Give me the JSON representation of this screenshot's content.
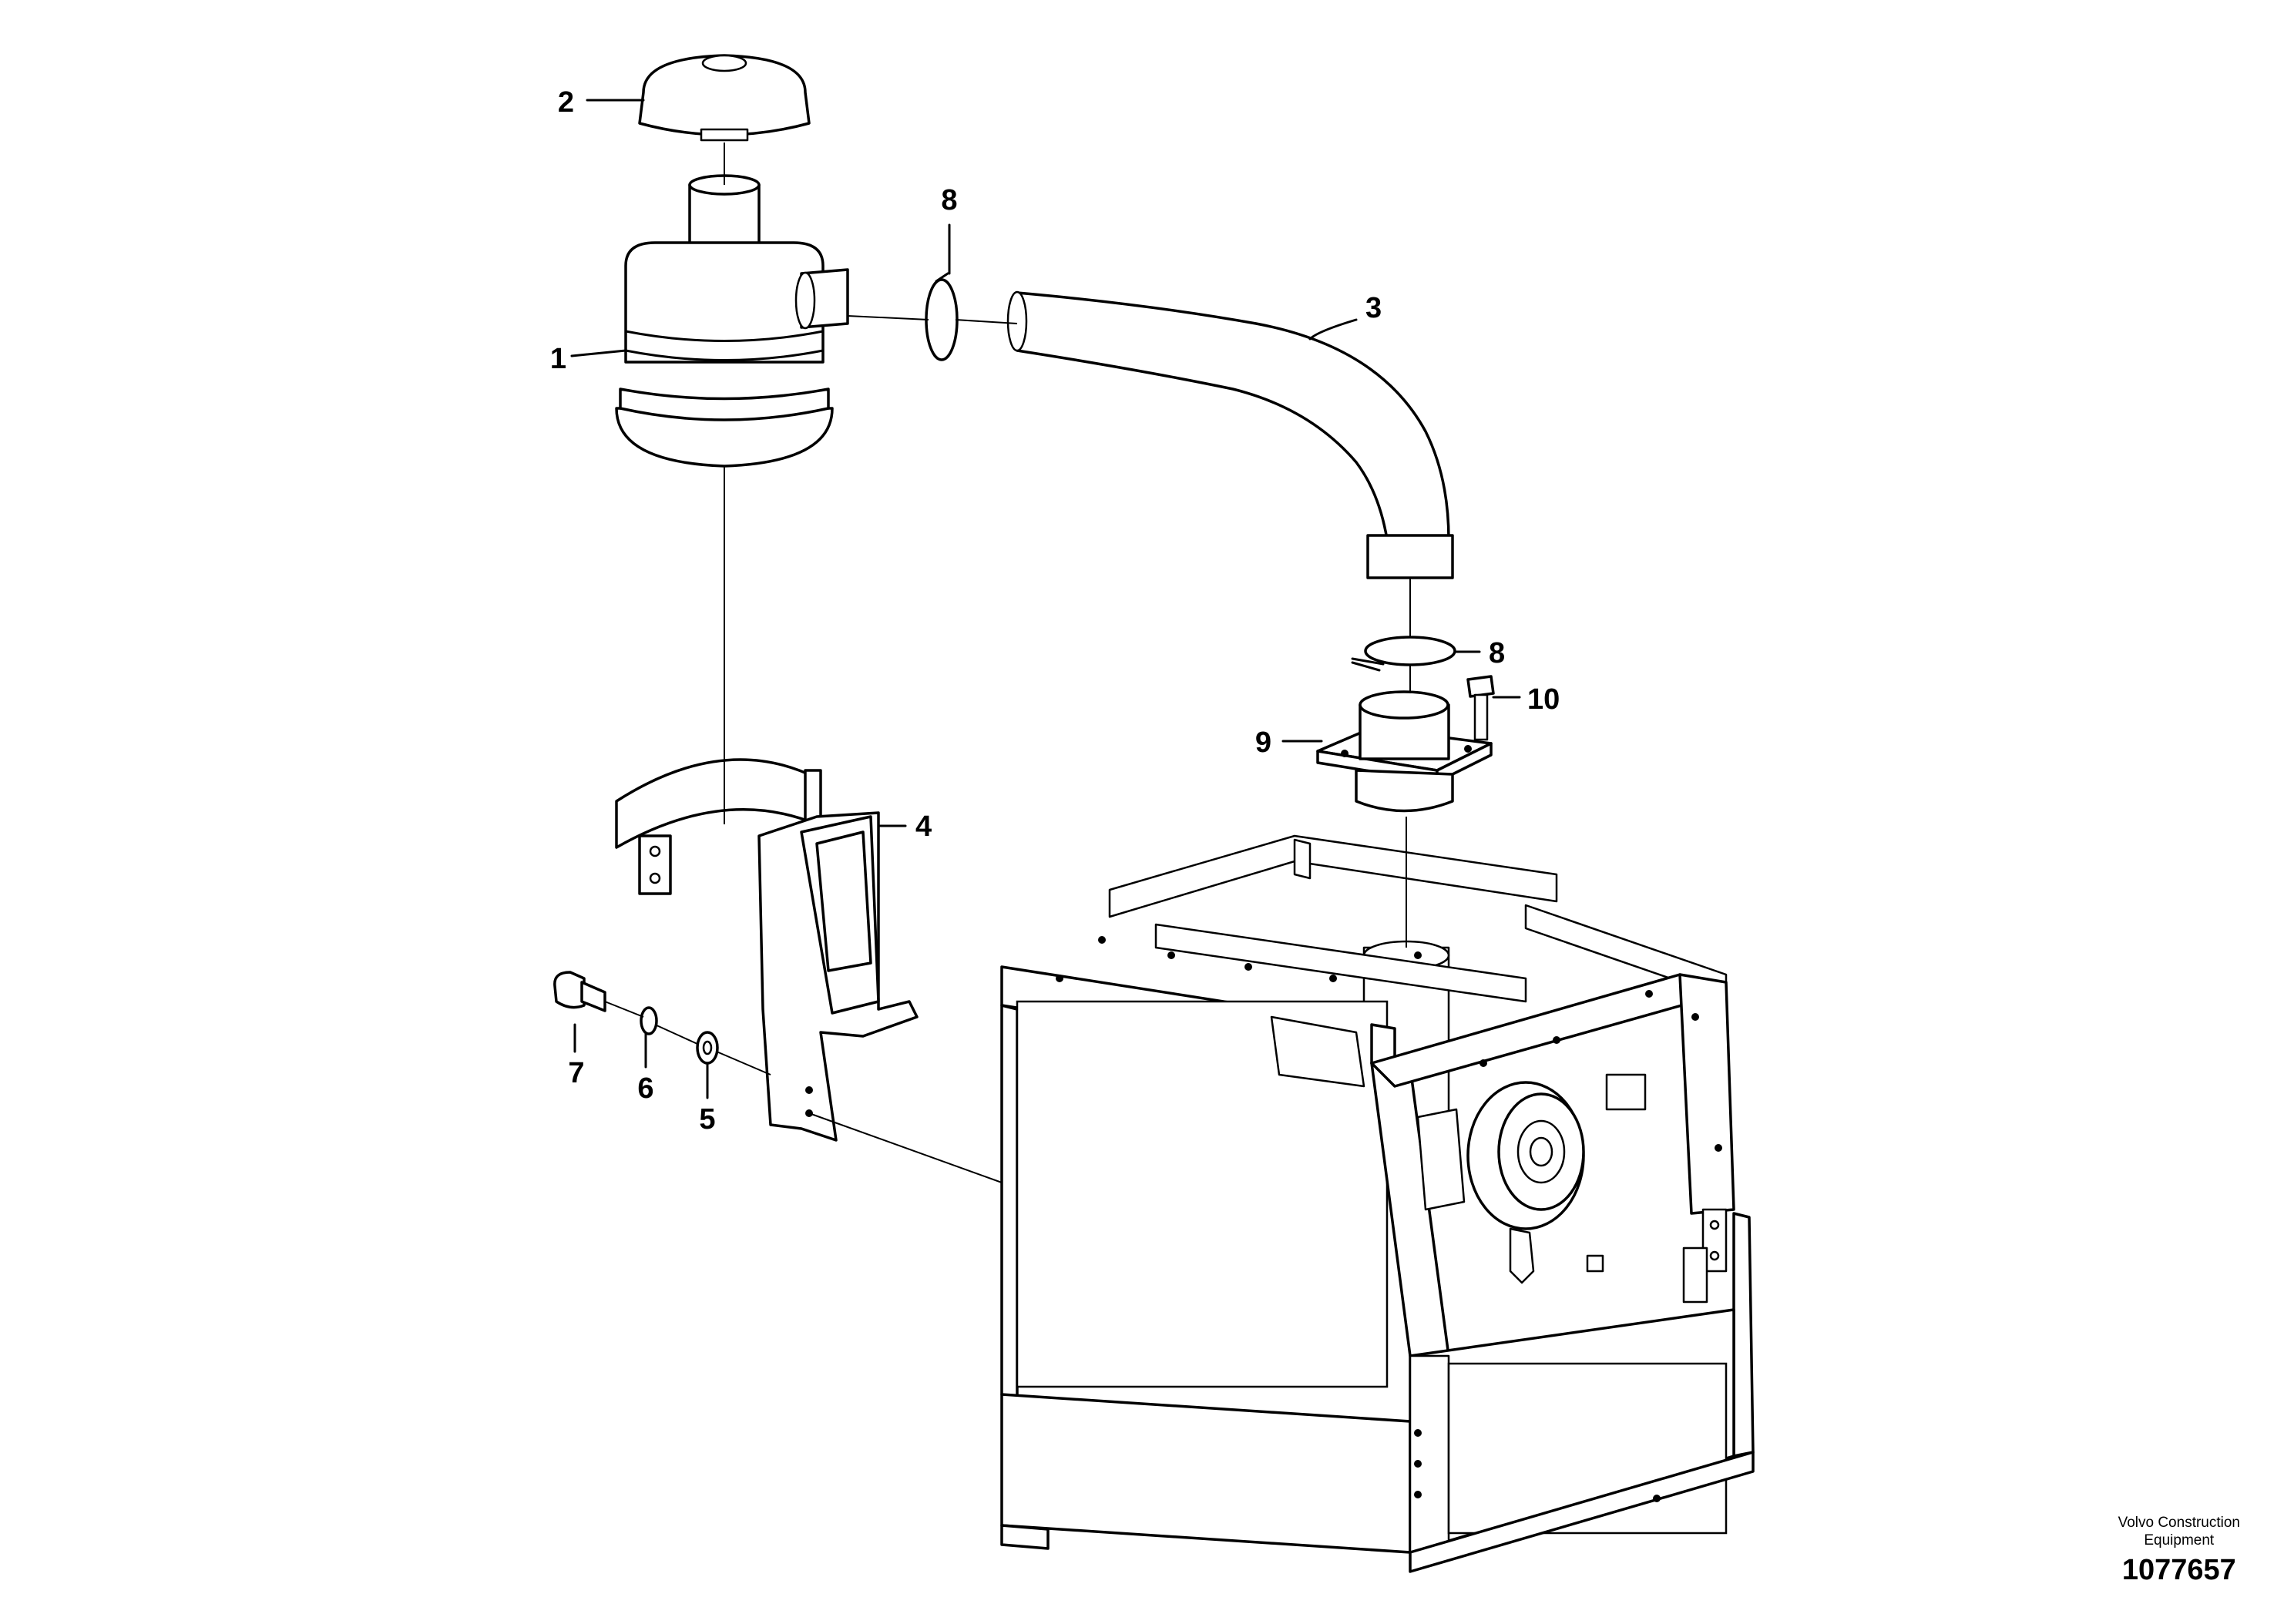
{
  "callouts": [
    {
      "id": "1",
      "label": "1"
    },
    {
      "id": "2",
      "label": "2"
    },
    {
      "id": "3",
      "label": "3"
    },
    {
      "id": "4",
      "label": "4"
    },
    {
      "id": "5",
      "label": "5"
    },
    {
      "id": "6",
      "label": "6"
    },
    {
      "id": "7",
      "label": "7"
    },
    {
      "id": "8a",
      "label": "8"
    },
    {
      "id": "8b",
      "label": "8"
    },
    {
      "id": "9",
      "label": "9"
    },
    {
      "id": "10",
      "label": "10"
    }
  ],
  "brand": {
    "line1": "Volvo Construction",
    "line2": "Equipment",
    "drawing_number": "1077657"
  }
}
